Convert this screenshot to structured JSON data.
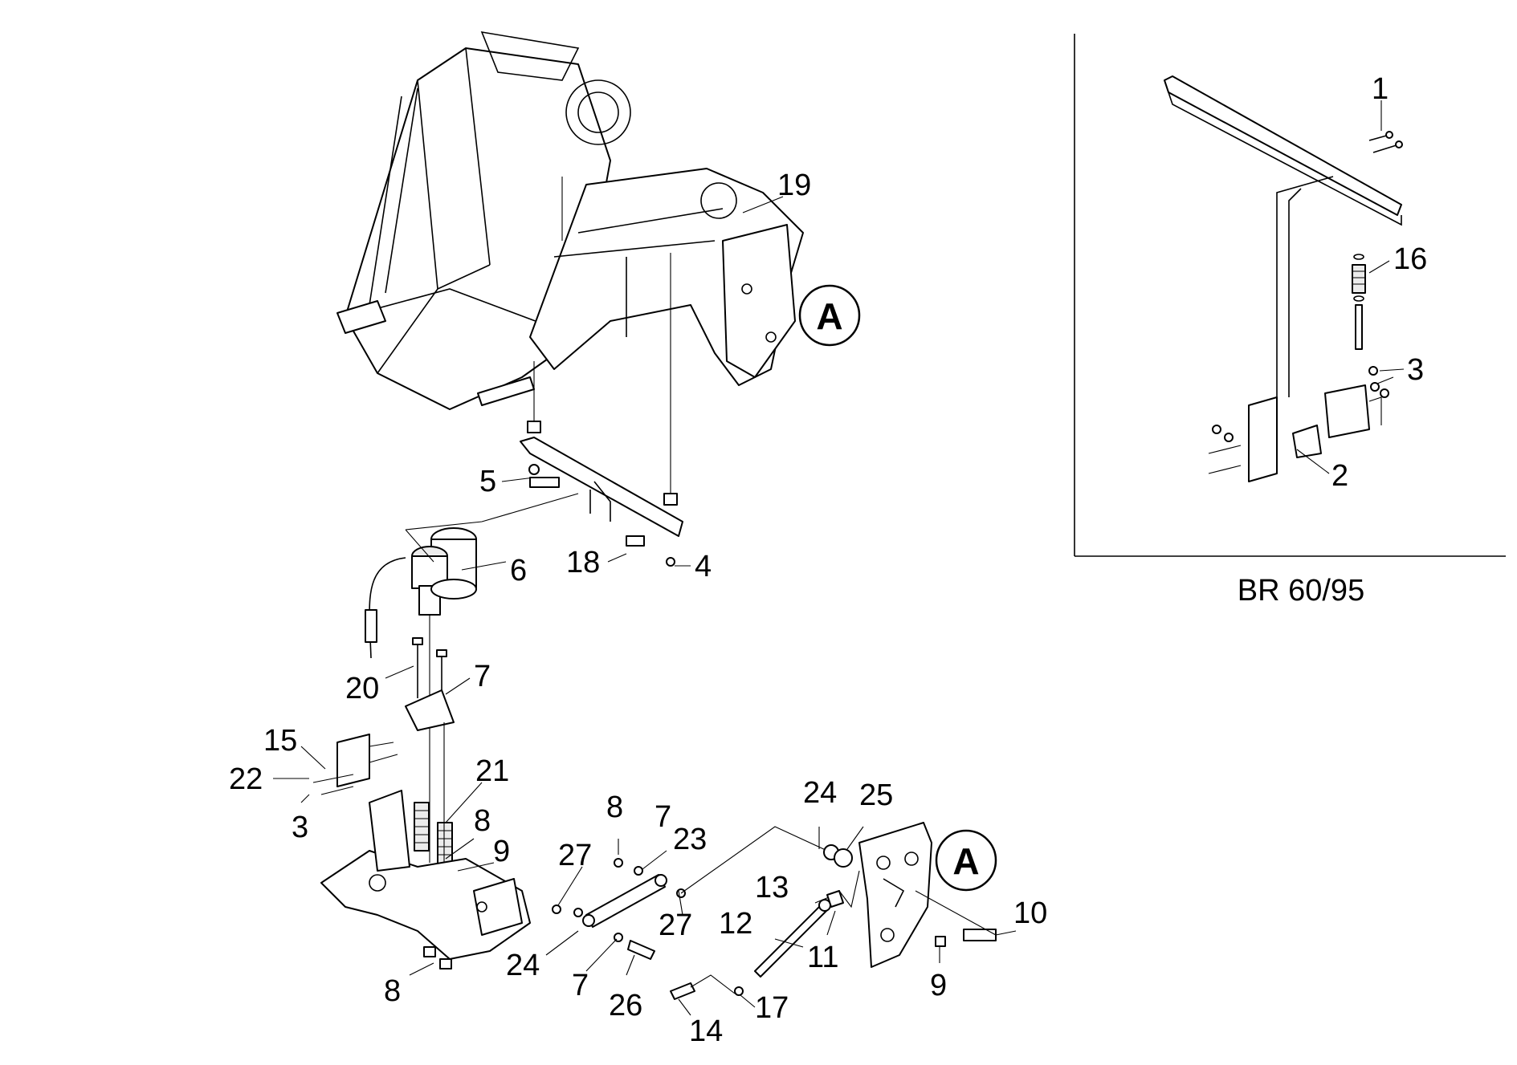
{
  "inset": {
    "caption": "BR 60/95"
  },
  "detail_marker": "A",
  "callouts": {
    "c1": "1",
    "c2": "2",
    "c3a": "3",
    "c3b": "3",
    "c4": "4",
    "c5": "5",
    "c6": "6",
    "c7a": "7",
    "c7b": "7",
    "c7c": "7",
    "c8a": "8",
    "c8b": "8",
    "c8c": "8",
    "c9a": "9",
    "c9b": "9",
    "c10": "10",
    "c11": "11",
    "c12": "12",
    "c13": "13",
    "c14": "14",
    "c15": "15",
    "c16": "16",
    "c17": "17",
    "c18": "18",
    "c19": "19",
    "c20": "20",
    "c21": "21",
    "c22": "22",
    "c23": "23",
    "c24a": "24",
    "c24b": "24",
    "c25": "25",
    "c26": "26",
    "c27a": "27",
    "c27b": "27"
  }
}
